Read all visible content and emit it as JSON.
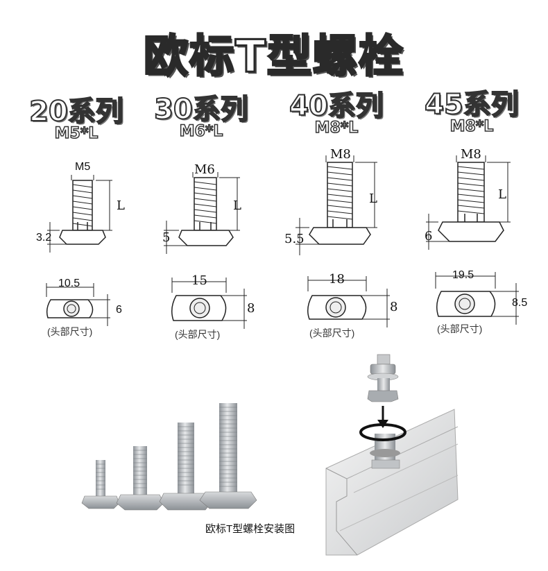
{
  "title": "欧标T型螺栓",
  "series": [
    {
      "name": "20系列",
      "thread": "M5*L",
      "bolt_label": "M5",
      "length_label": "L",
      "head_height": "3.2",
      "head_width": "10.5",
      "head_depth": "6",
      "head_note": "(头部尺寸)"
    },
    {
      "name": "30系列",
      "thread": "M6*L",
      "bolt_label": "M6",
      "length_label": "L",
      "head_height": "5",
      "head_width": "15",
      "head_depth": "8",
      "head_note": "(头部尺寸)"
    },
    {
      "name": "40系列",
      "thread": "M8*L",
      "bolt_label": "M8",
      "length_label": "L",
      "head_height": "5.5",
      "head_width": "18",
      "head_depth": "8",
      "head_note": "(头部尺寸)"
    },
    {
      "name": "45系列",
      "thread": "M8*L",
      "bolt_label": "M8",
      "length_label": "L",
      "head_height": "6",
      "head_width": "19.5",
      "head_depth": "8.5",
      "head_note": "(头部尺寸)"
    }
  ],
  "caption": "欧标T型螺栓安装图",
  "colors": {
    "text": "#111111",
    "metal": "#b8bcc0",
    "line": "#222222"
  }
}
